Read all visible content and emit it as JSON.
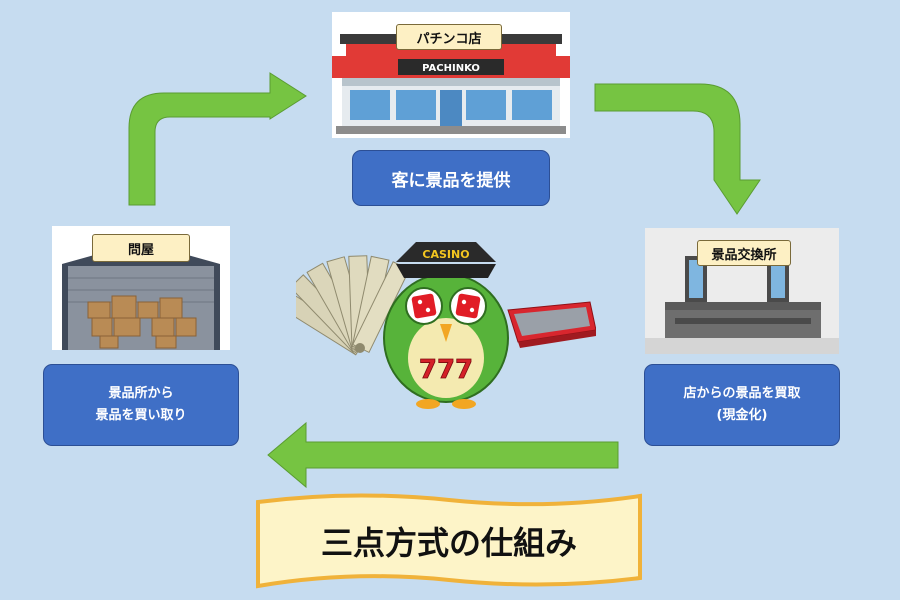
{
  "shop": {
    "tag": "パチンコ店",
    "sign": "PACHINKO"
  },
  "exchange": {
    "tag": "景品交換所"
  },
  "wholesaler": {
    "tag": "問屋"
  },
  "steps": {
    "provide": "客に景品を提供",
    "buy_line1": "店からの景品を買取",
    "buy_line2": "(現金化)",
    "rebuy_line1": "景品所から",
    "rebuy_line2": "景品を買い取り"
  },
  "mascot": {
    "hat_text": "CASINO",
    "belly_text": "777"
  },
  "title": "三点方式の仕組み",
  "colors": {
    "background": "#c6dcf0",
    "arrow": "#76c442",
    "box": "#3f6fc6",
    "banner": "#fdf4c8",
    "shop_red": "#e13a36"
  }
}
